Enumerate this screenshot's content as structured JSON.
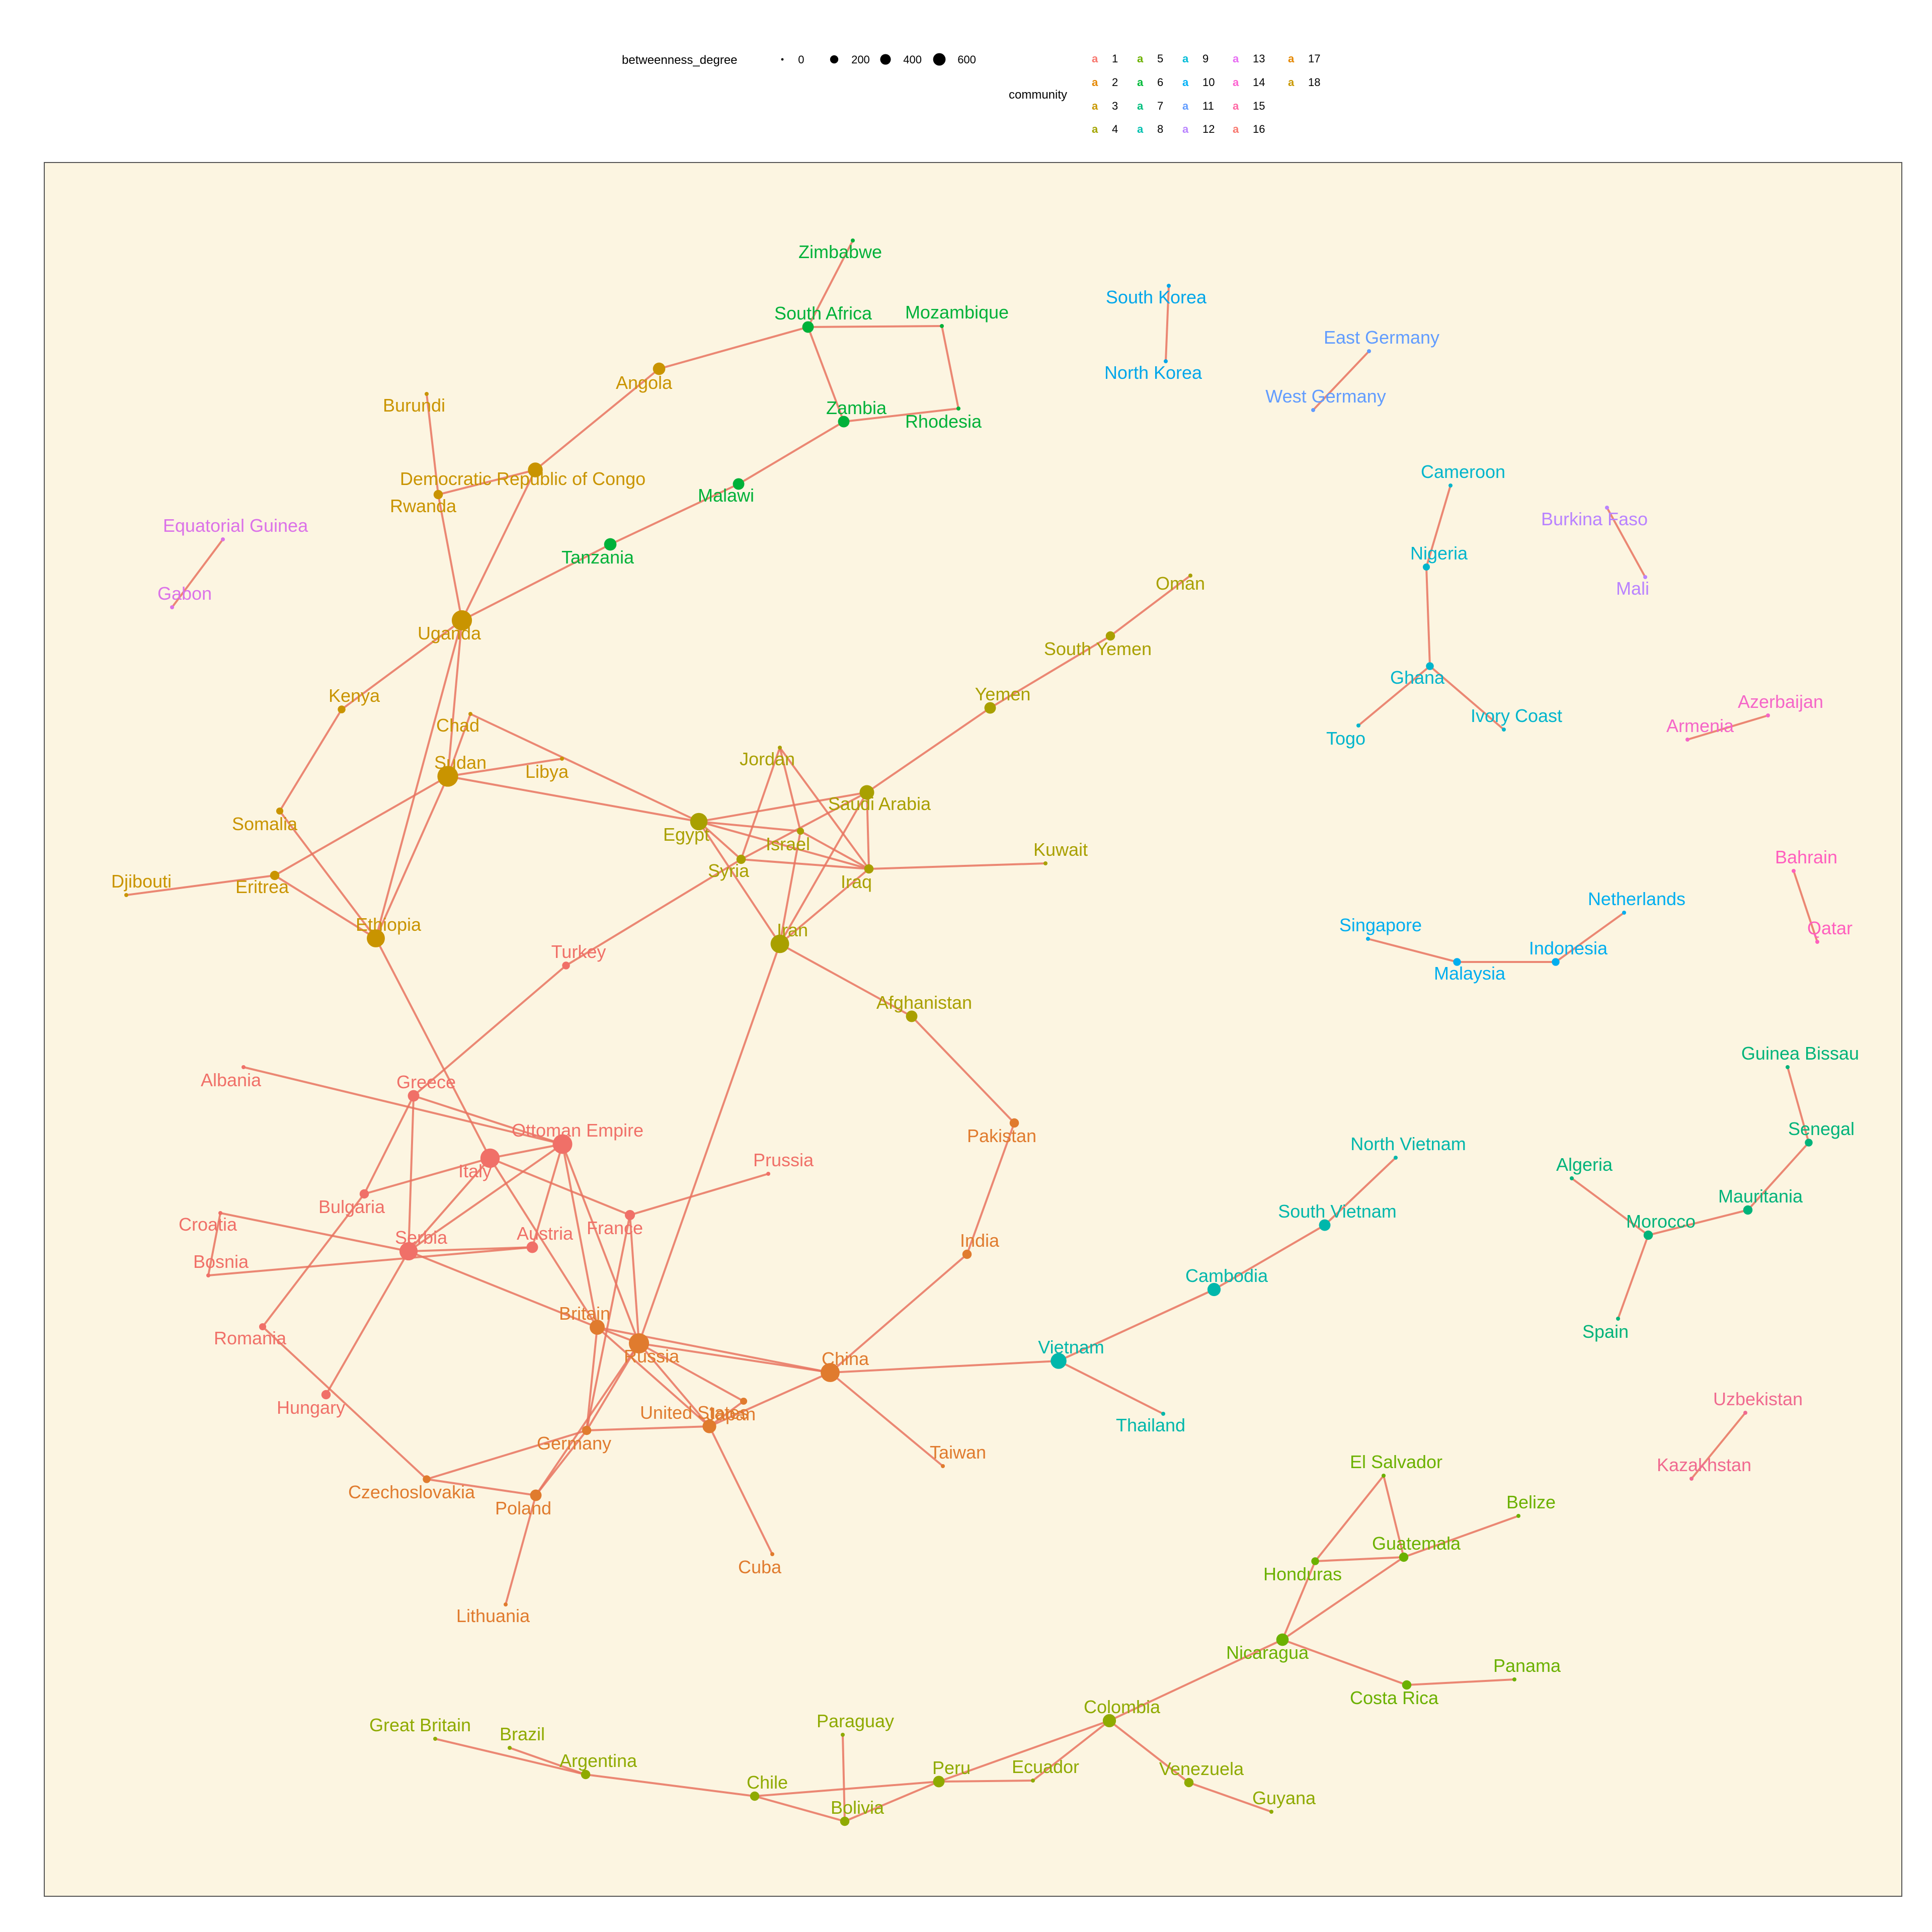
{
  "legend": {
    "size_title": "betweenness_degree",
    "size_values": [
      "0",
      "200",
      "400",
      "600"
    ],
    "community_title": "community",
    "glyph": "a"
  },
  "communities": [
    {
      "id": "1",
      "color": "#F8766D"
    },
    {
      "id": "2",
      "color": "#E58700"
    },
    {
      "id": "3",
      "color": "#C99800"
    },
    {
      "id": "4",
      "color": "#A3A500"
    },
    {
      "id": "5",
      "color": "#6BB100"
    },
    {
      "id": "6",
      "color": "#00BA38"
    },
    {
      "id": "7",
      "color": "#00BF7D"
    },
    {
      "id": "8",
      "color": "#00C0AF"
    },
    {
      "id": "9",
      "color": "#00BCD8"
    },
    {
      "id": "10",
      "color": "#00B0F6"
    },
    {
      "id": "11",
      "color": "#619CFF"
    },
    {
      "id": "12",
      "color": "#B983FF"
    },
    {
      "id": "13",
      "color": "#E76BF3"
    },
    {
      "id": "14",
      "color": "#FD61D1"
    },
    {
      "id": "15",
      "color": "#FF67A4"
    },
    {
      "id": "16",
      "color": "#F8766D"
    },
    {
      "id": "17",
      "color": "#E58700"
    },
    {
      "id": "18",
      "color": "#C99800"
    }
  ],
  "colors": {
    "panel_bg": "#FCF5E1",
    "edge": "#E8735F",
    "c_europe": "#F07068",
    "c_asia_eu": "#E07B2E",
    "c_africa": "#C99400",
    "c_mideast": "#A9A000",
    "c_samerica": "#8FAA00",
    "c_camerica": "#6BB100",
    "c_safrica": "#00B139",
    "c_nafrica": "#00B37A",
    "c_seasia": "#00B7AB",
    "c_wafrica": "#00B5CC",
    "c_malay": "#00AEEF",
    "c_korea": "#00A6EA",
    "c_germany": "#619CFF",
    "c_sahel": "#B983FF",
    "c_gabon": "#DB72E8",
    "c_caucasus": "#F566C8",
    "c_gulf": "#FF5FBE",
    "c_central": "#F06A90"
  },
  "nodes": [
    {
      "id": "zimbabwe",
      "label": "Zimbabwe",
      "c": "c_safrica",
      "b": 0
    },
    {
      "id": "south_africa",
      "label": "South Africa",
      "c": "c_safrica",
      "b": 120
    },
    {
      "id": "mozambique",
      "label": "Mozambique",
      "c": "c_safrica",
      "b": 0
    },
    {
      "id": "zambia",
      "label": "Zambia",
      "c": "c_safrica",
      "b": 120
    },
    {
      "id": "rhodesia",
      "label": "Rhodesia",
      "c": "c_safrica",
      "b": 0
    },
    {
      "id": "malawi",
      "label": "Malawi",
      "c": "c_safrica",
      "b": 120
    },
    {
      "id": "tanzania",
      "label": "Tanzania",
      "c": "c_safrica",
      "b": 150
    },
    {
      "id": "angola",
      "label": "Angola",
      "c": "c_africa",
      "b": 150
    },
    {
      "id": "burundi",
      "label": "Burundi",
      "c": "c_africa",
      "b": 0
    },
    {
      "id": "drc",
      "label": "Democratic Republic of Congo",
      "c": "c_africa",
      "b": 250
    },
    {
      "id": "rwanda",
      "label": "Rwanda",
      "c": "c_africa",
      "b": 60
    },
    {
      "id": "uganda",
      "label": "Uganda",
      "c": "c_africa",
      "b": 560
    },
    {
      "id": "kenya",
      "label": "Kenya",
      "c": "c_africa",
      "b": 30
    },
    {
      "id": "chad",
      "label": "Chad",
      "c": "c_africa",
      "b": 0
    },
    {
      "id": "sudan",
      "label": "Sudan",
      "c": "c_africa",
      "b": 600
    },
    {
      "id": "libya",
      "label": "Libya",
      "c": "c_africa",
      "b": 0
    },
    {
      "id": "somalia",
      "label": "Somalia",
      "c": "c_africa",
      "b": 20
    },
    {
      "id": "djibouti",
      "label": "Djibouti",
      "c": "c_africa",
      "b": 0
    },
    {
      "id": "eritrea",
      "label": "Eritrea",
      "c": "c_africa",
      "b": 60
    },
    {
      "id": "ethiopia",
      "label": "Ethiopia",
      "c": "c_africa",
      "b": 420
    },
    {
      "id": "oman",
      "label": "Oman",
      "c": "c_mideast",
      "b": 0
    },
    {
      "id": "south_yemen",
      "label": "South Yemen",
      "c": "c_mideast",
      "b": 60
    },
    {
      "id": "yemen",
      "label": "Yemen",
      "c": "c_mideast",
      "b": 120
    },
    {
      "id": "jordan",
      "label": "Jordan",
      "c": "c_mideast",
      "b": 0
    },
    {
      "id": "saudi_arabia",
      "label": "Saudi Arabia",
      "c": "c_mideast",
      "b": 240
    },
    {
      "id": "egypt",
      "label": "Egypt",
      "c": "c_mideast",
      "b": 380
    },
    {
      "id": "israel",
      "label": "Israel",
      "c": "c_mideast",
      "b": 20
    },
    {
      "id": "syria",
      "label": "Syria",
      "c": "c_mideast",
      "b": 60
    },
    {
      "id": "iraq",
      "label": "Iraq",
      "c": "c_mideast",
      "b": 60
    },
    {
      "id": "kuwait",
      "label": "Kuwait",
      "c": "c_mideast",
      "b": 0
    },
    {
      "id": "iran",
      "label": "Iran",
      "c": "c_mideast",
      "b": 450
    },
    {
      "id": "afghanistan",
      "label": "Afghanistan",
      "c": "c_mideast",
      "b": 120
    },
    {
      "id": "turkey",
      "label": "Turkey",
      "c": "c_europe",
      "b": 30
    },
    {
      "id": "albania",
      "label": "Albania",
      "c": "c_europe",
      "b": 0
    },
    {
      "id": "greece",
      "label": "Greece",
      "c": "c_europe",
      "b": 120
    },
    {
      "id": "ottoman",
      "label": "Ottoman Empire",
      "c": "c_europe",
      "b": 520
    },
    {
      "id": "italy",
      "label": "Italy",
      "c": "c_europe",
      "b": 500
    },
    {
      "id": "prussia",
      "label": "Prussia",
      "c": "c_europe",
      "b": 0
    },
    {
      "id": "bulgaria",
      "label": "Bulgaria",
      "c": "c_europe",
      "b": 60
    },
    {
      "id": "croatia",
      "label": "Croatia",
      "c": "c_europe",
      "b": 0
    },
    {
      "id": "france",
      "label": "France",
      "c": "c_europe",
      "b": 80
    },
    {
      "id": "serbia",
      "label": "Serbia",
      "c": "c_europe",
      "b": 430
    },
    {
      "id": "austria",
      "label": "Austria",
      "c": "c_europe",
      "b": 120
    },
    {
      "id": "bosnia",
      "label": "Bosnia",
      "c": "c_europe",
      "b": 0
    },
    {
      "id": "romania",
      "label": "Romania",
      "c": "c_europe",
      "b": 20
    },
    {
      "id": "hungary",
      "label": "Hungary",
      "c": "c_europe",
      "b": 60
    },
    {
      "id": "pakistan",
      "label": "Pakistan",
      "c": "c_asia_eu",
      "b": 60
    },
    {
      "id": "india",
      "label": "India",
      "c": "c_asia_eu",
      "b": 60
    },
    {
      "id": "britain",
      "label": "Britain",
      "c": "c_asia_eu",
      "b": 260
    },
    {
      "id": "russia",
      "label": "Russia",
      "c": "c_asia_eu",
      "b": 560
    },
    {
      "id": "china",
      "label": "China",
      "c": "c_asia_eu",
      "b": 480
    },
    {
      "id": "japan",
      "label": "Japan",
      "c": "c_asia_eu",
      "b": 20
    },
    {
      "id": "united_states",
      "label": "United States",
      "c": "c_asia_eu",
      "b": 200
    },
    {
      "id": "germany",
      "label": "Germany",
      "c": "c_asia_eu",
      "b": 60
    },
    {
      "id": "taiwan",
      "label": "Taiwan",
      "c": "c_asia_eu",
      "b": 0
    },
    {
      "id": "czechoslovakia",
      "label": "Czechoslovakia",
      "c": "c_asia_eu",
      "b": 30
    },
    {
      "id": "poland",
      "label": "Poland",
      "c": "c_asia_eu",
      "b": 120
    },
    {
      "id": "cuba",
      "label": "Cuba",
      "c": "c_asia_eu",
      "b": 0
    },
    {
      "id": "lithuania",
      "label": "Lithuania",
      "c": "c_asia_eu",
      "b": 0
    },
    {
      "id": "equatorial_guinea",
      "label": "Equatorial Guinea",
      "c": "c_gabon",
      "b": 0
    },
    {
      "id": "gabon",
      "label": "Gabon",
      "c": "c_gabon",
      "b": 0
    },
    {
      "id": "south_korea",
      "label": "South Korea",
      "c": "c_korea",
      "b": 0
    },
    {
      "id": "north_korea",
      "label": "North Korea",
      "c": "c_korea",
      "b": 0
    },
    {
      "id": "east_germany",
      "label": "East Germany",
      "c": "c_germany",
      "b": 0
    },
    {
      "id": "west_germany",
      "label": "West Germany",
      "c": "c_germany",
      "b": 0
    },
    {
      "id": "cameroon",
      "label": "Cameroon",
      "c": "c_wafrica",
      "b": 0
    },
    {
      "id": "nigeria",
      "label": "Nigeria",
      "c": "c_wafrica",
      "b": 20
    },
    {
      "id": "ghana",
      "label": "Ghana",
      "c": "c_wafrica",
      "b": 30
    },
    {
      "id": "togo",
      "label": "Togo",
      "c": "c_wafrica",
      "b": 0
    },
    {
      "id": "ivory_coast",
      "label": "Ivory Coast",
      "c": "c_wafrica",
      "b": 0
    },
    {
      "id": "burkina_faso",
      "label": "Burkina Faso",
      "c": "c_sahel",
      "b": 0
    },
    {
      "id": "mali",
      "label": "Mali",
      "c": "c_sahel",
      "b": 0
    },
    {
      "id": "azerbaijan",
      "label": "Azerbaijan",
      "c": "c_caucasus",
      "b": 0
    },
    {
      "id": "armenia",
      "label": "Armenia",
      "c": "c_caucasus",
      "b": 0
    },
    {
      "id": "bahrain",
      "label": "Bahrain",
      "c": "c_gulf",
      "b": 0
    },
    {
      "id": "qatar",
      "label": "Qatar",
      "c": "c_gulf",
      "b": 0
    },
    {
      "id": "singapore",
      "label": "Singapore",
      "c": "c_malay",
      "b": 0
    },
    {
      "id": "netherlands",
      "label": "Netherlands",
      "c": "c_malay",
      "b": 0
    },
    {
      "id": "indonesia",
      "label": "Indonesia",
      "c": "c_malay",
      "b": 30
    },
    {
      "id": "malaysia",
      "label": "Malaysia",
      "c": "c_malay",
      "b": 30
    },
    {
      "id": "guinea_bissau",
      "label": "Guinea Bissau",
      "c": "c_nafrica",
      "b": 0
    },
    {
      "id": "senegal",
      "label": "Senegal",
      "c": "c_nafrica",
      "b": 30
    },
    {
      "id": "algeria",
      "label": "Algeria",
      "c": "c_nafrica",
      "b": 0
    },
    {
      "id": "mauritania",
      "label": "Mauritania",
      "c": "c_nafrica",
      "b": 60
    },
    {
      "id": "morocco",
      "label": "Morocco",
      "c": "c_nafrica",
      "b": 60
    },
    {
      "id": "spain",
      "label": "Spain",
      "c": "c_nafrica",
      "b": 0
    },
    {
      "id": "north_vietnam",
      "label": "North Vietnam",
      "c": "c_seasia",
      "b": 0
    },
    {
      "id": "south_vietnam",
      "label": "South Vietnam",
      "c": "c_seasia",
      "b": 120
    },
    {
      "id": "cambodia",
      "label": "Cambodia",
      "c": "c_seasia",
      "b": 180
    },
    {
      "id": "vietnam",
      "label": "Vietnam",
      "c": "c_seasia",
      "b": 300
    },
    {
      "id": "thailand",
      "label": "Thailand",
      "c": "c_seasia",
      "b": 0
    },
    {
      "id": "uzbekistan",
      "label": "Uzbekistan",
      "c": "c_central",
      "b": 0
    },
    {
      "id": "kazakhstan",
      "label": "Kazakhstan",
      "c": "c_central",
      "b": 0
    },
    {
      "id": "el_salvador",
      "label": "El Salvador",
      "c": "c_camerica",
      "b": 0
    },
    {
      "id": "belize",
      "label": "Belize",
      "c": "c_camerica",
      "b": 0
    },
    {
      "id": "guatemala",
      "label": "Guatemala",
      "c": "c_camerica",
      "b": 60
    },
    {
      "id": "honduras",
      "label": "Honduras",
      "c": "c_camerica",
      "b": 30
    },
    {
      "id": "nicaragua",
      "label": "Nicaragua",
      "c": "c_camerica",
      "b": 150
    },
    {
      "id": "costa_rica",
      "label": "Costa Rica",
      "c": "c_camerica",
      "b": 60
    },
    {
      "id": "panama",
      "label": "Panama",
      "c": "c_camerica",
      "b": 0
    },
    {
      "id": "great_britain",
      "label": "Great Britain",
      "c": "c_samerica",
      "b": 0
    },
    {
      "id": "brazil",
      "label": "Brazil",
      "c": "c_samerica",
      "b": 0
    },
    {
      "id": "argentina",
      "label": "Argentina",
      "c": "c_samerica",
      "b": 60
    },
    {
      "id": "paraguay",
      "label": "Paraguay",
      "c": "c_samerica",
      "b": 0
    },
    {
      "id": "chile",
      "label": "Chile",
      "c": "c_samerica",
      "b": 60
    },
    {
      "id": "bolivia",
      "label": "Bolivia",
      "c": "c_samerica",
      "b": 60
    },
    {
      "id": "peru",
      "label": "Peru",
      "c": "c_samerica",
      "b": 120
    },
    {
      "id": "ecuador",
      "label": "Ecuador",
      "c": "c_samerica",
      "b": 0
    },
    {
      "id": "colombia",
      "label": "Colombia",
      "c": "c_samerica",
      "b": 180
    },
    {
      "id": "venezuela",
      "label": "Venezuela",
      "c": "c_samerica",
      "b": 60
    },
    {
      "id": "guyana",
      "label": "Guyana",
      "c": "c_samerica",
      "b": 0
    }
  ],
  "edges": [
    [
      "zimbabwe",
      "south_africa"
    ],
    [
      "south_africa",
      "mozambique"
    ],
    [
      "south_africa",
      "zambia"
    ],
    [
      "mozambique",
      "rhodesia"
    ],
    [
      "rhodesia",
      "zambia"
    ],
    [
      "zambia",
      "malawi"
    ],
    [
      "malawi",
      "tanzania"
    ],
    [
      "tanzania",
      "uganda"
    ],
    [
      "south_africa",
      "angola"
    ],
    [
      "angola",
      "drc"
    ],
    [
      "drc",
      "rwanda"
    ],
    [
      "drc",
      "uganda"
    ],
    [
      "burundi",
      "rwanda"
    ],
    [
      "rwanda",
      "uganda"
    ],
    [
      "uganda",
      "kenya"
    ],
    [
      "uganda",
      "sudan"
    ],
    [
      "uganda",
      "ethiopia"
    ],
    [
      "kenya",
      "somalia"
    ],
    [
      "somalia",
      "ethiopia"
    ],
    [
      "chad",
      "sudan"
    ],
    [
      "chad",
      "egypt"
    ],
    [
      "sudan",
      "libya"
    ],
    [
      "sudan",
      "egypt"
    ],
    [
      "sudan",
      "eritrea"
    ],
    [
      "sudan",
      "ethiopia"
    ],
    [
      "eritrea",
      "djibouti"
    ],
    [
      "eritrea",
      "ethiopia"
    ],
    [
      "ethiopia",
      "italy"
    ],
    [
      "oman",
      "south_yemen"
    ],
    [
      "south_yemen",
      "yemen"
    ],
    [
      "yemen",
      "saudi_arabia"
    ],
    [
      "jordan",
      "syria"
    ],
    [
      "jordan",
      "israel"
    ],
    [
      "jordan",
      "iraq"
    ],
    [
      "egypt",
      "saudi_arabia"
    ],
    [
      "egypt",
      "israel"
    ],
    [
      "egypt",
      "syria"
    ],
    [
      "egypt",
      "iraq"
    ],
    [
      "egypt",
      "iran"
    ],
    [
      "saudi_arabia",
      "syria"
    ],
    [
      "saudi_arabia",
      "iraq"
    ],
    [
      "saudi_arabia",
      "iran"
    ],
    [
      "israel",
      "iraq"
    ],
    [
      "israel",
      "iran"
    ],
    [
      "syria",
      "iraq"
    ],
    [
      "syria",
      "turkey"
    ],
    [
      "iraq",
      "kuwait"
    ],
    [
      "iraq",
      "iran"
    ],
    [
      "iran",
      "afghanistan"
    ],
    [
      "iran",
      "russia"
    ],
    [
      "afghanistan",
      "pakistan"
    ],
    [
      "pakistan",
      "india"
    ],
    [
      "india",
      "china"
    ],
    [
      "turkey",
      "greece"
    ],
    [
      "albania",
      "ottoman"
    ],
    [
      "greece",
      "ottoman"
    ],
    [
      "greece",
      "serbia"
    ],
    [
      "greece",
      "bulgaria"
    ],
    [
      "ottoman",
      "italy"
    ],
    [
      "ottoman",
      "serbia"
    ],
    [
      "ottoman",
      "austria"
    ],
    [
      "ottoman",
      "russia"
    ],
    [
      "ottoman",
      "britain"
    ],
    [
      "italy",
      "bulgaria"
    ],
    [
      "italy",
      "france"
    ],
    [
      "italy",
      "serbia"
    ],
    [
      "italy",
      "britain"
    ],
    [
      "croatia",
      "serbia"
    ],
    [
      "croatia",
      "bosnia"
    ],
    [
      "bosnia",
      "austria"
    ],
    [
      "serbia",
      "austria"
    ],
    [
      "serbia",
      "hungary"
    ],
    [
      "serbia",
      "britain"
    ],
    [
      "bulgaria",
      "romania"
    ],
    [
      "romania",
      "czechoslovakia"
    ],
    [
      "prussia",
      "france"
    ],
    [
      "france",
      "russia"
    ],
    [
      "france",
      "germany"
    ],
    [
      "britain",
      "russia"
    ],
    [
      "britain",
      "china"
    ],
    [
      "britain",
      "germany"
    ],
    [
      "britain",
      "united_states"
    ],
    [
      "russia",
      "china"
    ],
    [
      "russia",
      "japan"
    ],
    [
      "russia",
      "united_states"
    ],
    [
      "russia",
      "poland"
    ],
    [
      "russia",
      "germany"
    ],
    [
      "china",
      "united_states"
    ],
    [
      "china",
      "taiwan"
    ],
    [
      "china",
      "vietnam"
    ],
    [
      "japan",
      "united_states"
    ],
    [
      "united_states",
      "germany"
    ],
    [
      "united_states",
      "cuba"
    ],
    [
      "germany",
      "poland"
    ],
    [
      "germany",
      "czechoslovakia"
    ],
    [
      "czechoslovakia",
      "poland"
    ],
    [
      "poland",
      "lithuania"
    ],
    [
      "vietnam",
      "cambodia"
    ],
    [
      "vietnam",
      "thailand"
    ],
    [
      "cambodia",
      "south_vietnam"
    ],
    [
      "south_vietnam",
      "north_vietnam"
    ],
    [
      "equatorial_guinea",
      "gabon"
    ],
    [
      "south_korea",
      "north_korea"
    ],
    [
      "east_germany",
      "west_germany"
    ],
    [
      "cameroon",
      "nigeria"
    ],
    [
      "nigeria",
      "ghana"
    ],
    [
      "ghana",
      "togo"
    ],
    [
      "ghana",
      "ivory_coast"
    ],
    [
      "burkina_faso",
      "mali"
    ],
    [
      "armenia",
      "azerbaijan"
    ],
    [
      "bahrain",
      "qatar"
    ],
    [
      "singapore",
      "malaysia"
    ],
    [
      "malaysia",
      "indonesia"
    ],
    [
      "indonesia",
      "netherlands"
    ],
    [
      "guinea_bissau",
      "senegal"
    ],
    [
      "senegal",
      "mauritania"
    ],
    [
      "mauritania",
      "morocco"
    ],
    [
      "morocco",
      "algeria"
    ],
    [
      "morocco",
      "spain"
    ],
    [
      "uzbekistan",
      "kazakhstan"
    ],
    [
      "el_salvador",
      "honduras"
    ],
    [
      "el_salvador",
      "guatemala"
    ],
    [
      "honduras",
      "guatemala"
    ],
    [
      "honduras",
      "nicaragua"
    ],
    [
      "guatemala",
      "belize"
    ],
    [
      "guatemala",
      "nicaragua"
    ],
    [
      "nicaragua",
      "costa_rica"
    ],
    [
      "nicaragua",
      "colombia"
    ],
    [
      "costa_rica",
      "panama"
    ],
    [
      "great_britain",
      "argentina"
    ],
    [
      "brazil",
      "argentina"
    ],
    [
      "argentina",
      "chile"
    ],
    [
      "chile",
      "bolivia"
    ],
    [
      "chile",
      "peru"
    ],
    [
      "paraguay",
      "bolivia"
    ],
    [
      "bolivia",
      "peru"
    ],
    [
      "peru",
      "ecuador"
    ],
    [
      "peru",
      "colombia"
    ],
    [
      "ecuador",
      "colombia"
    ],
    [
      "colombia",
      "venezuela"
    ],
    [
      "venezuela",
      "guyana"
    ]
  ]
}
